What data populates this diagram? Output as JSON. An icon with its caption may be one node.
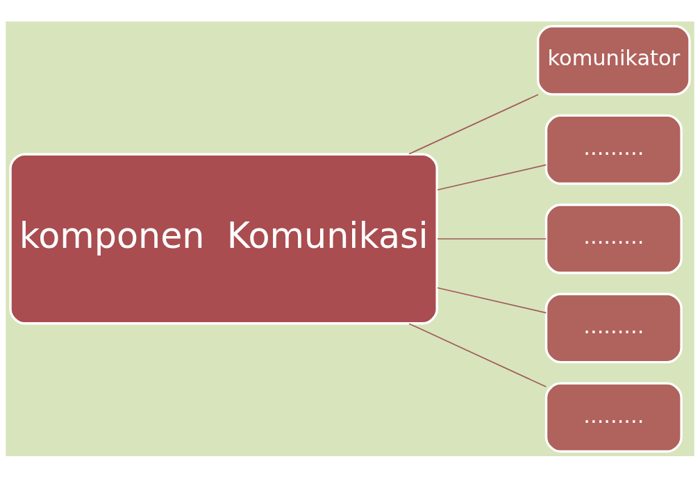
{
  "diagram": {
    "nodes": [
      {
        "text": [
          "komponen  Komunikasi"
        ]
      },
      {
        "text": [
          "komunikator"
        ]
      },
      {
        "text": [
          "........."
        ]
      },
      {
        "text": [
          "........."
        ]
      },
      {
        "text": [
          "........."
        ]
      },
      {
        "text": [
          "........."
        ]
      }
    ],
    "edges": [
      {
        "from": 0,
        "to": 1,
        "arrow": "none"
      },
      {
        "from": 0,
        "to": 2,
        "arrow": "none"
      },
      {
        "from": 0,
        "to": 3,
        "arrow": "none"
      },
      {
        "from": 0,
        "to": 4,
        "arrow": "none"
      },
      {
        "from": 0,
        "to": 5,
        "arrow": "none"
      }
    ]
  }
}
